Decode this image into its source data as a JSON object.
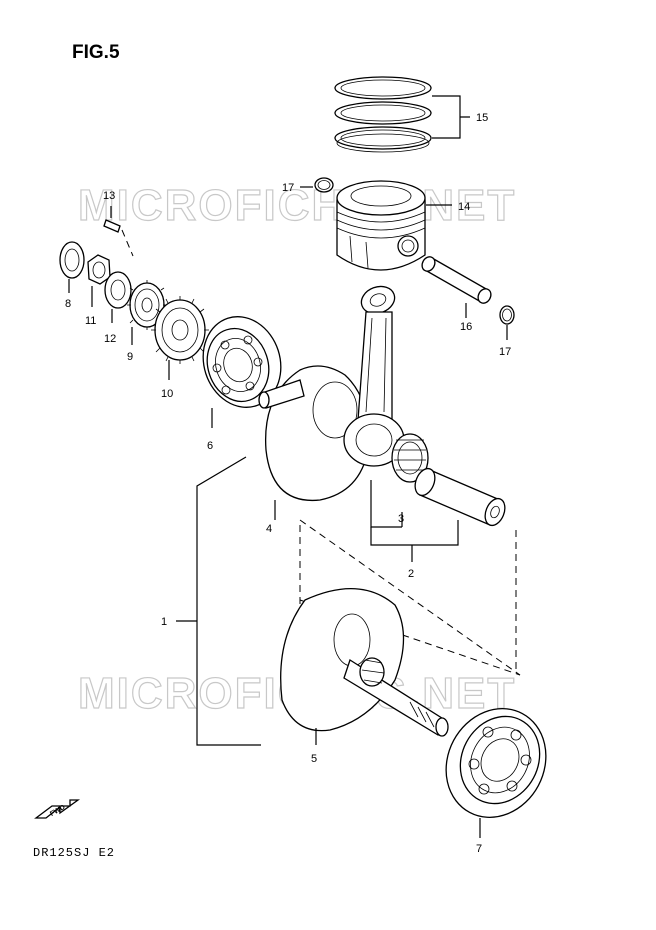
{
  "figure": {
    "title": "FIG.5",
    "model_code": "DR125SJ E2"
  },
  "watermark": "MICROFICHES.NET",
  "fwd_label": "FWD",
  "callouts": {
    "c1": "1",
    "c2": "2",
    "c3": "3",
    "c4": "4",
    "c5": "5",
    "c6": "6",
    "c7": "7",
    "c8": "8",
    "c9": "9",
    "c10": "10",
    "c11": "11",
    "c12": "12",
    "c13": "13",
    "c14": "14",
    "c15": "15",
    "c16": "16",
    "c17a": "17",
    "c17b": "17"
  }
}
